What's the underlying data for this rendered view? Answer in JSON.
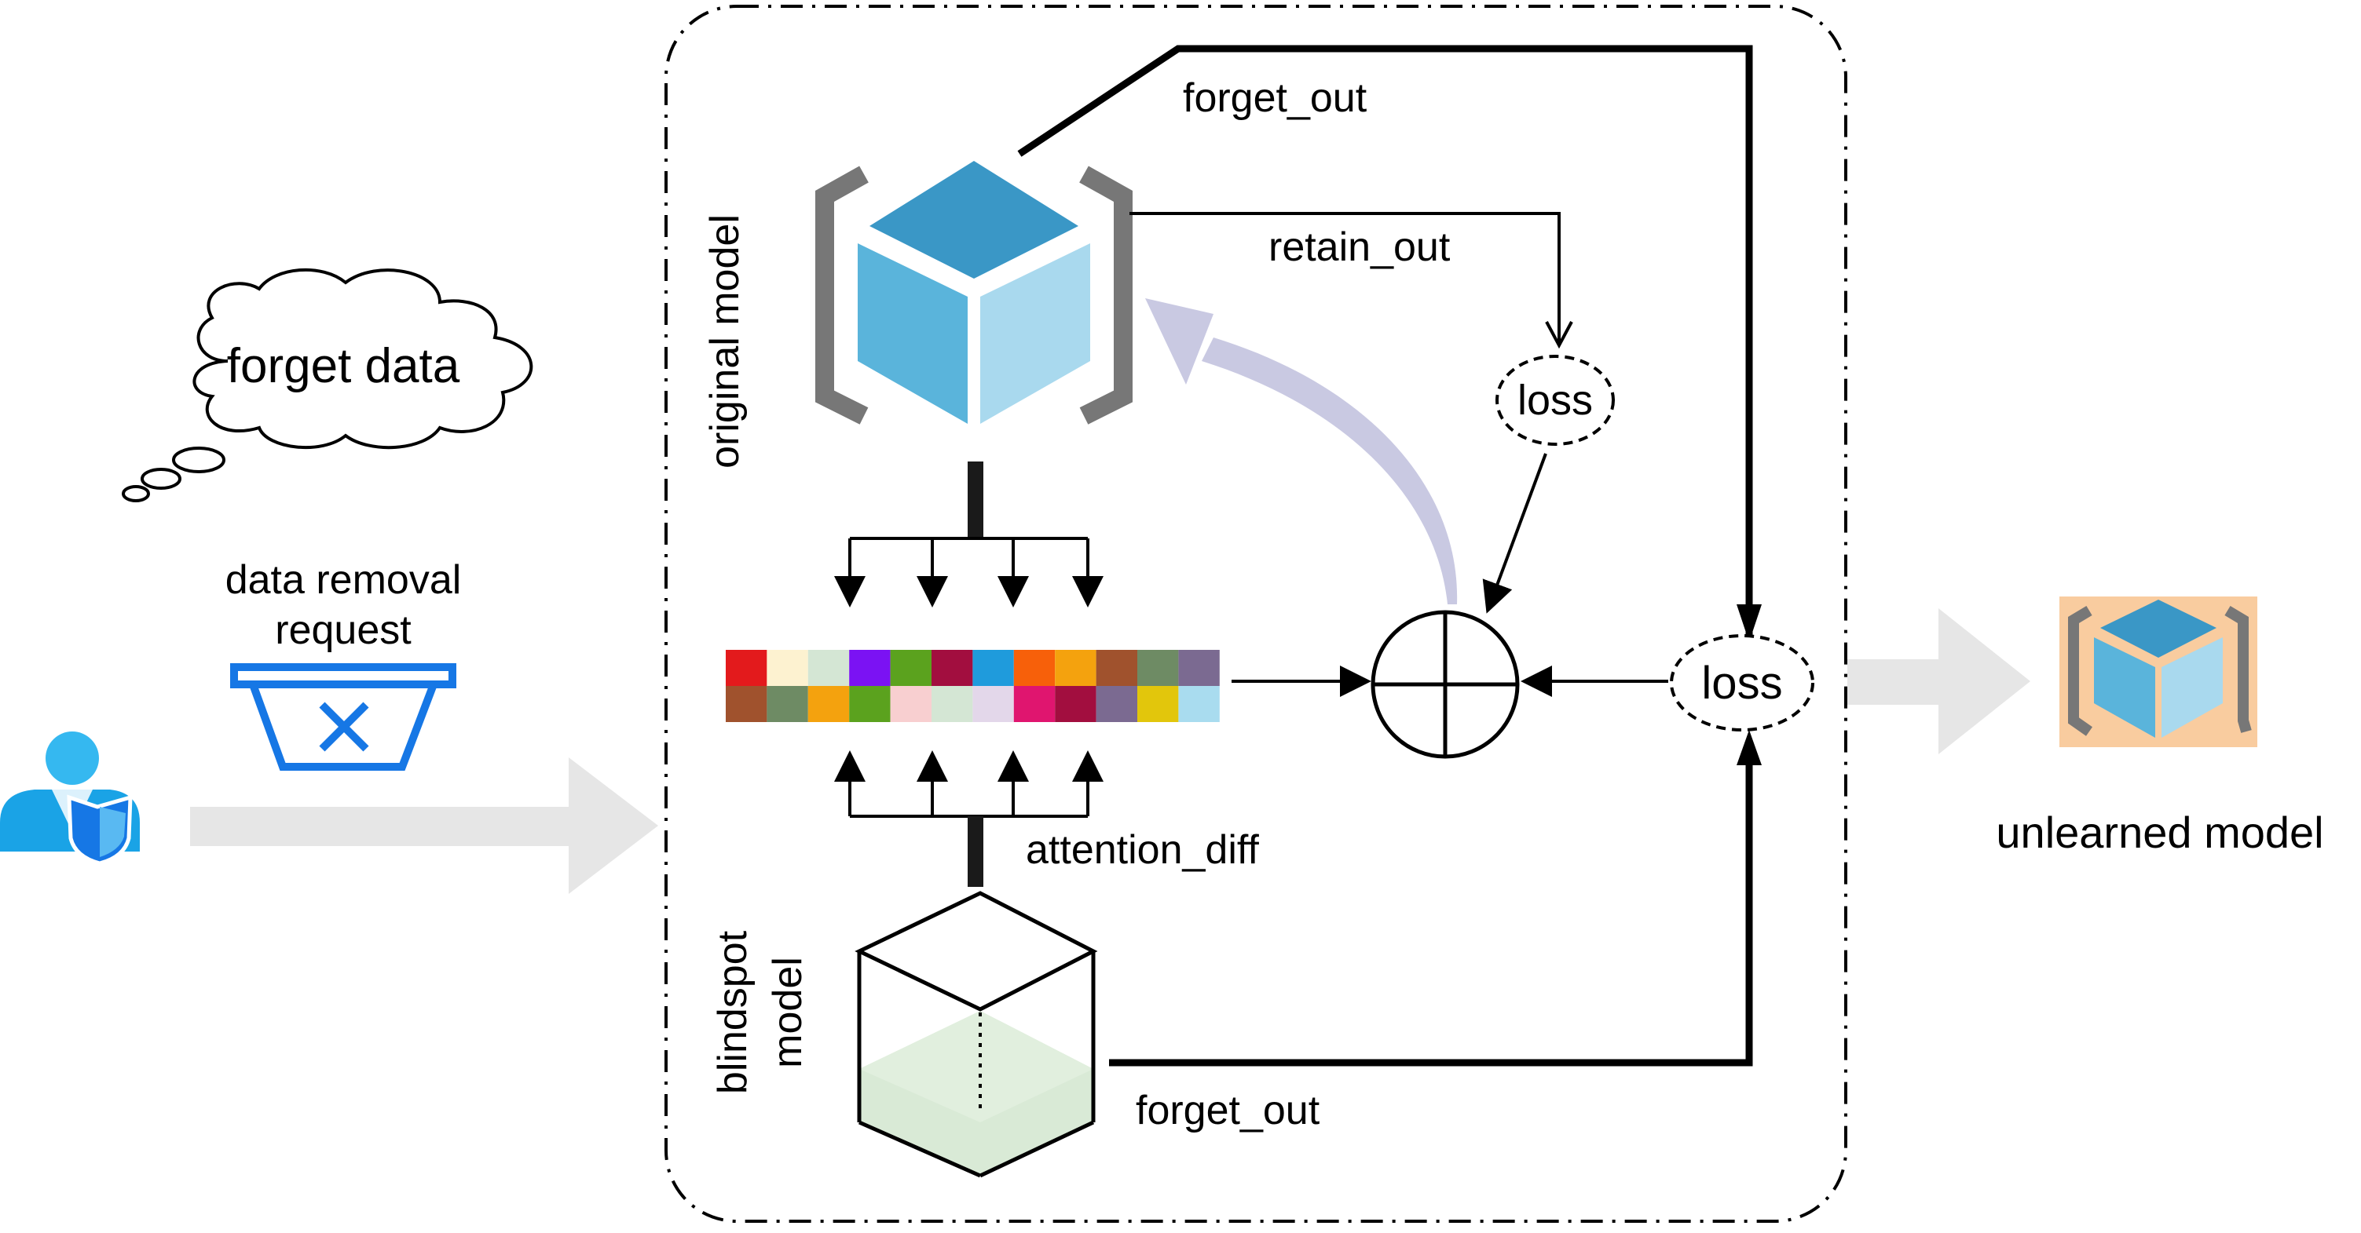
{
  "labels": {
    "forget_data": "forget data",
    "data_removal_line1": "data removal",
    "data_removal_line2": "request",
    "original_model": "original model",
    "blindspot_line1": "blindspot",
    "blindspot_line2": "model",
    "forget_out_top": "forget_out",
    "retain_out": "retain_out",
    "loss_top": "loss",
    "loss_right": "loss",
    "attention_diff": "attention_diff",
    "forget_out_bottom": "forget_out",
    "unlearned_model": "unlearned model"
  },
  "attention_tiles": {
    "row1": [
      "#e31a1c",
      "#fdf2d0",
      "#d4e6d4",
      "#7b12f3",
      "#5ba21e",
      "#a20e3f",
      "#1f9bdc",
      "#f7600a",
      "#f4a20e",
      "#a0522d",
      "#6e8b64",
      "#7b6a91"
    ],
    "row2": [
      "#a0522d",
      "#6e8b64",
      "#f4a20e",
      "#5ba21e",
      "#f8cfd0",
      "#d4e6d4",
      "#e3d7ea",
      "#e0156f",
      "#a20e3f",
      "#7b6a91",
      "#e2c60c",
      "#a9dcef"
    ]
  },
  "colors": {
    "cube_top": "#3a97c6",
    "cube_left": "#5ab4db",
    "cube_right": "#a9d9ee",
    "bracket": "#777777",
    "big_arrow": "#e6e6e6",
    "feedback_arrow": "#c9c9e2",
    "blindspot_fill": "#d9ead6",
    "user_blue": "#1aa3e6",
    "basket_blue": "#1677e5",
    "unlearned_bg": "#f9cc9f"
  }
}
